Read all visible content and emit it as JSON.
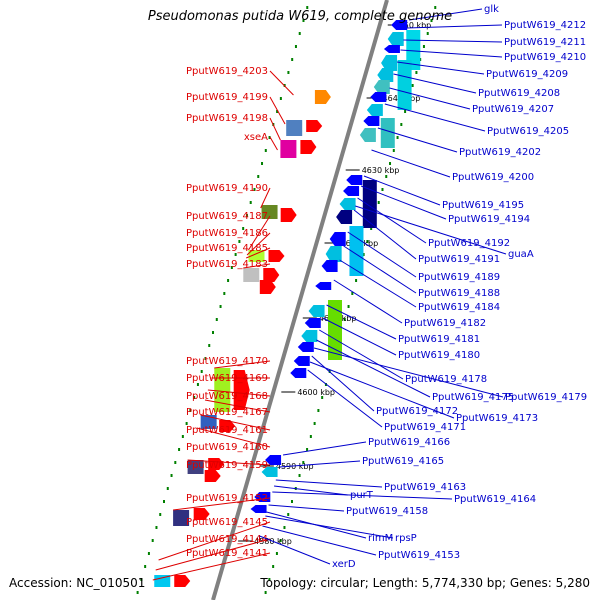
{
  "title": "Pseudomonas putida W619, complete genome",
  "accession": "Accession: NC_010501",
  "topology": "Topology: circular; Length: 5,774,330 bp; Genes: 5,280",
  "colors": {
    "left_label": "#dd0000",
    "right_label": "#0000cc",
    "forward_arrow": "#ff0000",
    "reverse_arrow": "#0000ff",
    "backbone": "#808080",
    "tick": "#008000"
  },
  "ruler_labels": [
    "50 kbp",
    "4640 kbp",
    "4630 kbp",
    "4620 kbp",
    "4610 kbp",
    "4600 kbp",
    "4590 kbp",
    "4580 kbp"
  ],
  "left_labels": [
    "PputW619_4203",
    "PputW619_4199",
    "PputW619_4198",
    "xseA",
    "PputW619_4190",
    "PputW619_4187",
    "PputW619_4186",
    "PputW619_4185",
    "PputW619_4183",
    "PputW619_4170",
    "PputW619_4169",
    "PputW619_4168",
    "PputW619_4167",
    "PputW619_4161",
    "PputW619_4160",
    "PputW619_4159",
    "PputW619_4152",
    "PputW619_4145",
    "PputW619_4144",
    "PputW619_4141"
  ],
  "right_labels": [
    "glk",
    "PputW619_4212",
    "PputW619_4211",
    "PputW619_4210",
    "PputW619_4209",
    "PputW619_4208",
    "PputW619_4207",
    "PputW619_4205",
    "PputW619_4202",
    "PputW619_4200",
    "PputW619_4195",
    "PputW619_4194",
    "PputW619_4192",
    "guaA",
    "PputW619_4191",
    "PputW619_4189",
    "PputW619_4188",
    "PputW619_4184",
    "PputW619_4182",
    "PputW619_4181",
    "PputW619_4180",
    "PputW619_4178",
    "PputW619_4175",
    "PputW619_4179",
    "PputW619_4172",
    "PputW619_4173",
    "PputW619_4171",
    "PputW619_4166",
    "PputW619_4165",
    "PputW619_4163",
    "purT",
    "PputW619_4164",
    "PputW619_4158",
    "rimM",
    "rpsP",
    "PputW619_4153",
    "xerD"
  ]
}
